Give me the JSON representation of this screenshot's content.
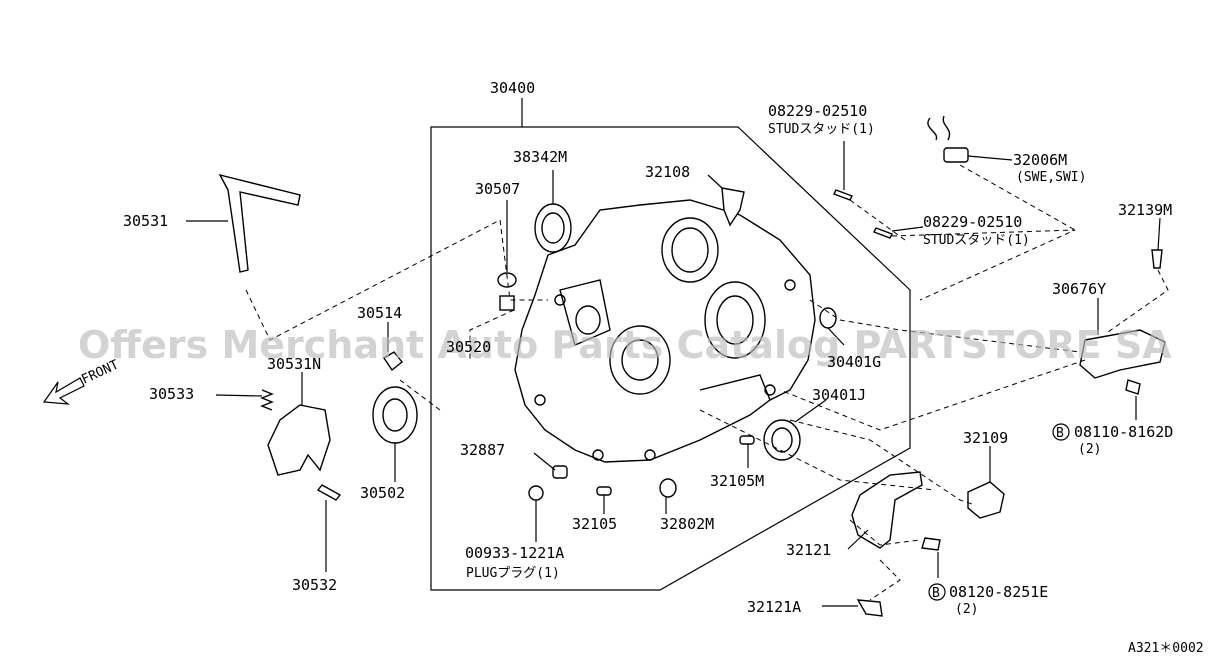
{
  "parts": {
    "p30400": "30400",
    "p38342M": "38342M",
    "p32108": "32108",
    "p30507": "30507",
    "p30531": "30531",
    "p30514": "30514",
    "p30520": "30520",
    "p30531N": "30531N",
    "p30533": "30533",
    "p30502": "30502",
    "p30532": "30532",
    "p32887": "32887",
    "p00933": "00933-1221A",
    "p00933_desc": "PLUGプラグ(1)",
    "p32105": "32105",
    "p32802M": "32802M",
    "p32105M": "32105M",
    "p30401G": "30401G",
    "p30401J": "30401J",
    "p08229a": "08229-02510",
    "p08229a_desc": "STUDスタッド(1)",
    "p08229b": "08229-02510",
    "p08229b_desc": "STUDスタッド(1)",
    "p32006M": "32006M",
    "p32006M_desc": "(SWE,SWI)",
    "p32139M": "32139M",
    "p30676Y": "30676Y",
    "p08110": "08110-8162D",
    "p08110_qty": "(2)",
    "p32109": "32109",
    "p32121": "32121",
    "p32121A": "32121A",
    "p08120": "08120-8251E",
    "p08120_qty": "(2)",
    "bolt_marker": "B"
  },
  "front_label": "FRONT",
  "watermark": "Offers Merchant Auto Parts Catalog PARTSTORE SA",
  "figure_code": "A321＊0002"
}
